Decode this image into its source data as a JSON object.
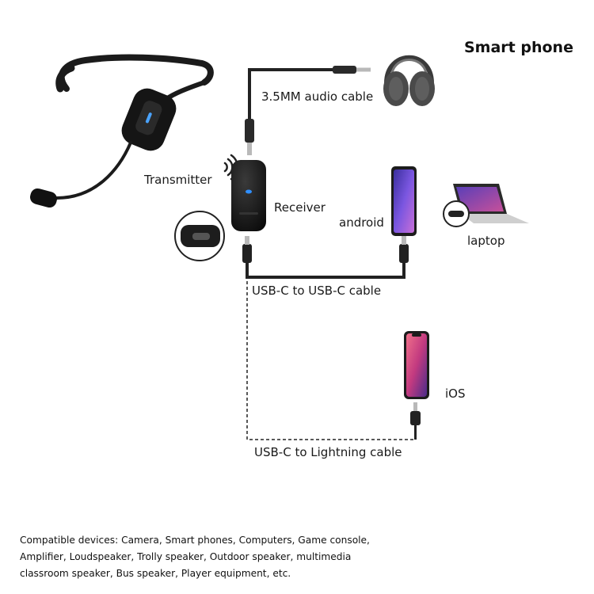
{
  "title": "Smart phone",
  "labels": {
    "audio_cable": "3.5MM audio cable",
    "transmitter": "Transmitter",
    "receiver": "Receiver",
    "android": "android",
    "laptop": "laptop",
    "usbc_cable": "USB-C to USB-C cable",
    "ios": "iOS",
    "lightning_cable": "USB-C to Lightning cable"
  },
  "footnote": "Compatible devices: Camera, Smart phones, Computers, Game console, Amplifier, Loudspeaker, Trolly speaker, Outdoor speaker, multimedia classroom speaker, Bus speaker, Player equipment, etc.",
  "colors": {
    "device_black": "#1b1b1b",
    "cable": "#222222",
    "receiver_led": "#2f8fff",
    "android_screen": "#6d4bd8",
    "ios_screen": "#d64a7a"
  }
}
